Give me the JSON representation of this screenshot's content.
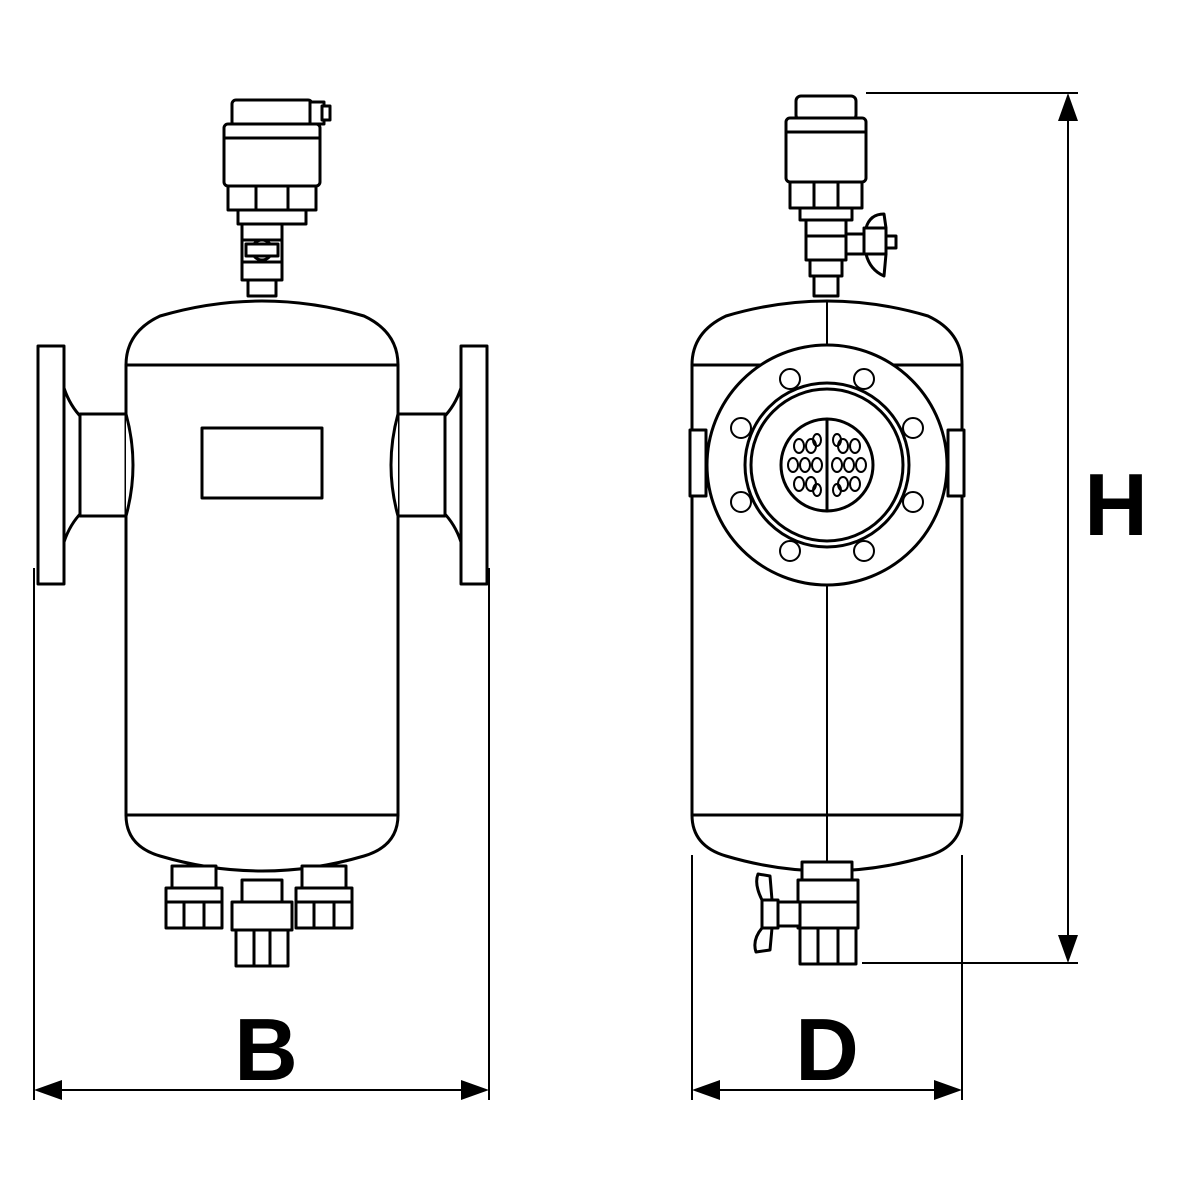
{
  "dimensions": {
    "width_label": "B",
    "depth_label": "D",
    "height_label": "H"
  },
  "colors": {
    "stroke": "#000000",
    "background": "#ffffff"
  }
}
